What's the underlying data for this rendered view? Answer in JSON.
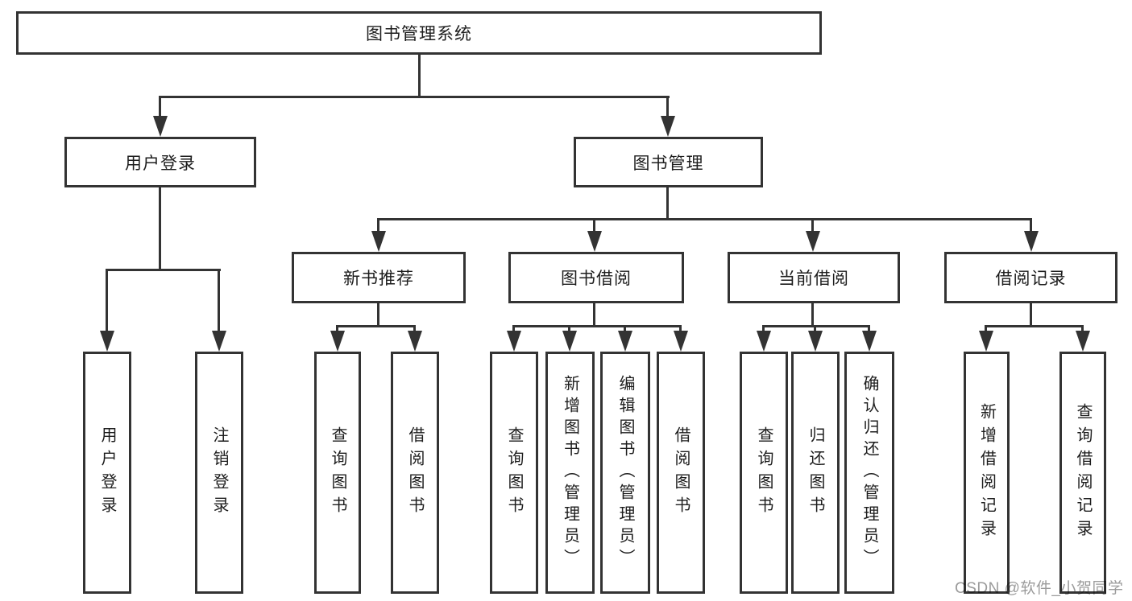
{
  "tree": {
    "label": "图书管理系统",
    "children": [
      {
        "label": "用户登录",
        "children": [
          {
            "label": "用户登录"
          },
          {
            "label": "注销登录"
          }
        ]
      },
      {
        "label": "图书管理",
        "children": [
          {
            "label": "新书推荐",
            "children": [
              {
                "label": "查询图书"
              },
              {
                "label": "借阅图书"
              }
            ]
          },
          {
            "label": "图书借阅",
            "children": [
              {
                "label": "查询图书"
              },
              {
                "label": "新增图书（管理员）"
              },
              {
                "label": "编辑图书（管理员）"
              },
              {
                "label": "借阅图书"
              }
            ]
          },
          {
            "label": "当前借阅",
            "children": [
              {
                "label": "查询图书"
              },
              {
                "label": "归还图书"
              },
              {
                "label": "确认归还（管理员）"
              }
            ]
          },
          {
            "label": "借阅记录",
            "children": [
              {
                "label": "新增借阅记录"
              },
              {
                "label": "查询借阅记录"
              }
            ]
          }
        ]
      }
    ]
  },
  "watermark": {
    "text": "CSDN @软件_小贺同学"
  },
  "colors": {
    "line": "#333333",
    "text": "#1d1d1d",
    "watermark": "#9b9b9b",
    "background": "#ffffff"
  }
}
